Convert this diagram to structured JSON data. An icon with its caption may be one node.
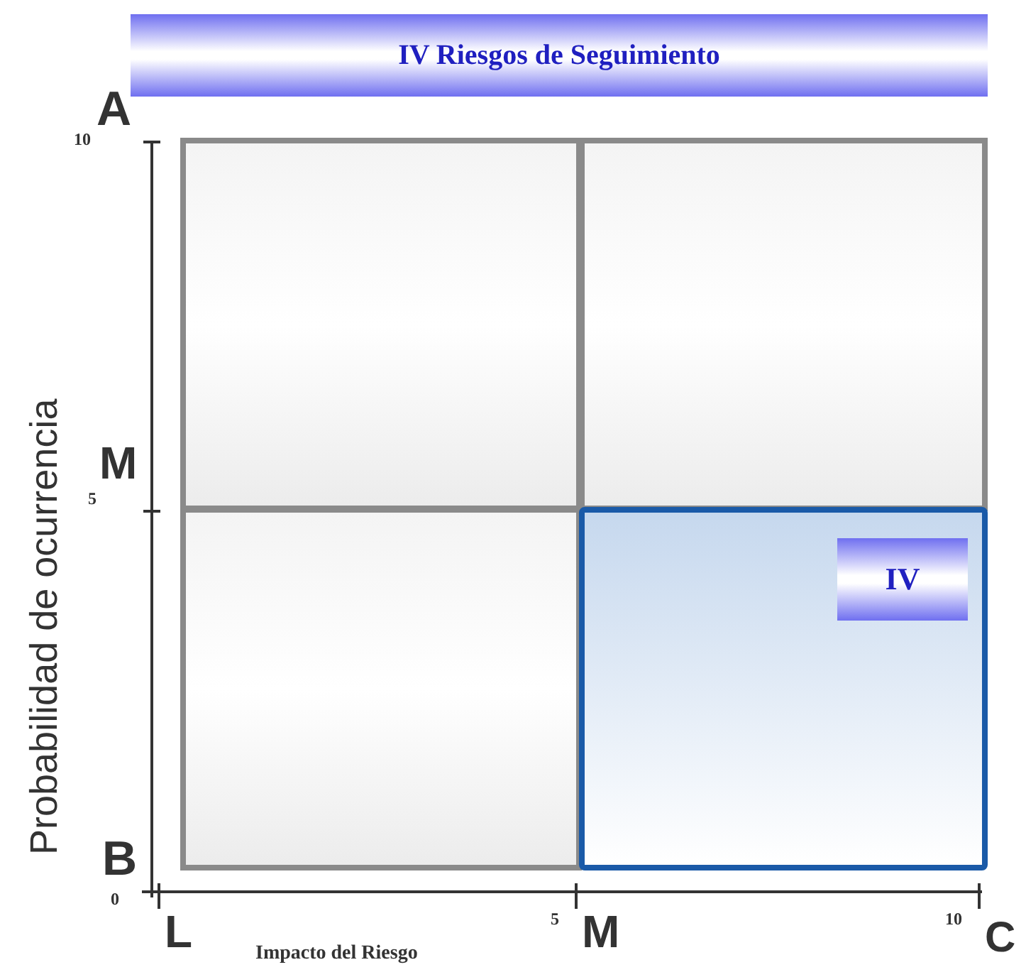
{
  "diagram": {
    "nodes": [
      {
        "text": [
          "IV Riesgos de Seguimiento"
        ]
      },
      {
        "text": [],
        "shape": "box"
      },
      {
        "text": [],
        "shape": "box"
      },
      {
        "text": [],
        "shape": "box"
      },
      {
        "text": [],
        "shape": "box"
      },
      {
        "text": [
          "IV"
        ],
        "in": 4
      }
    ],
    "labels": [
      "A",
      "10",
      "Probabilidad de ocurrencia",
      "M",
      "5",
      "B",
      "0",
      "L",
      "5",
      "M",
      "10",
      "C",
      "Impacto del Riesgo"
    ]
  }
}
